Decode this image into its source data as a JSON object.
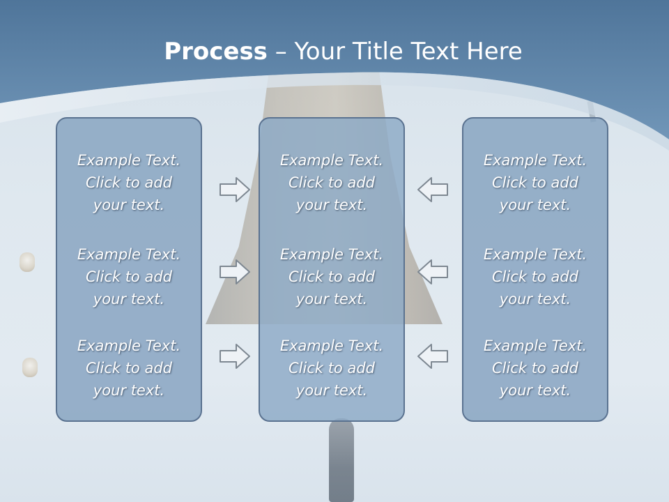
{
  "title": {
    "bold": "Process",
    "rest": " – Your Title Text Here"
  },
  "columns": [
    {
      "items": [
        {
          "line1": "Example Text.",
          "line2": "Click  to add",
          "line3": "your text."
        },
        {
          "line1": "Example Text.",
          "line2": "Click  to add",
          "line3": "your text."
        },
        {
          "line1": "Example Text.",
          "line2": "Click  to add",
          "line3": "your text."
        }
      ]
    },
    {
      "items": [
        {
          "line1": "Example Text.",
          "line2": "Click  to add",
          "line3": "your text."
        },
        {
          "line1": "Example Text.",
          "line2": "Click  to add",
          "line3": "your text."
        },
        {
          "line1": "Example Text.",
          "line2": "Click  to add",
          "line3": "your text."
        }
      ]
    },
    {
      "items": [
        {
          "line1": "Example Text.",
          "line2": "Click  to add",
          "line3": "your text."
        },
        {
          "line1": "Example Text.",
          "line2": "Click  to add",
          "line3": "your text."
        },
        {
          "line1": "Example Text.",
          "line2": "Click  to add",
          "line3": "your text."
        }
      ]
    }
  ],
  "arrows": {
    "left_column": [
      "arrow-right-icon",
      "arrow-right-icon",
      "arrow-right-icon"
    ],
    "right_column": [
      "arrow-left-icon",
      "arrow-left-icon",
      "arrow-left-icon"
    ]
  },
  "colors": {
    "header": "#5f86aa",
    "box_fill": "#86a3c0",
    "box_border": "#5a7290",
    "text": "#ffffff"
  }
}
